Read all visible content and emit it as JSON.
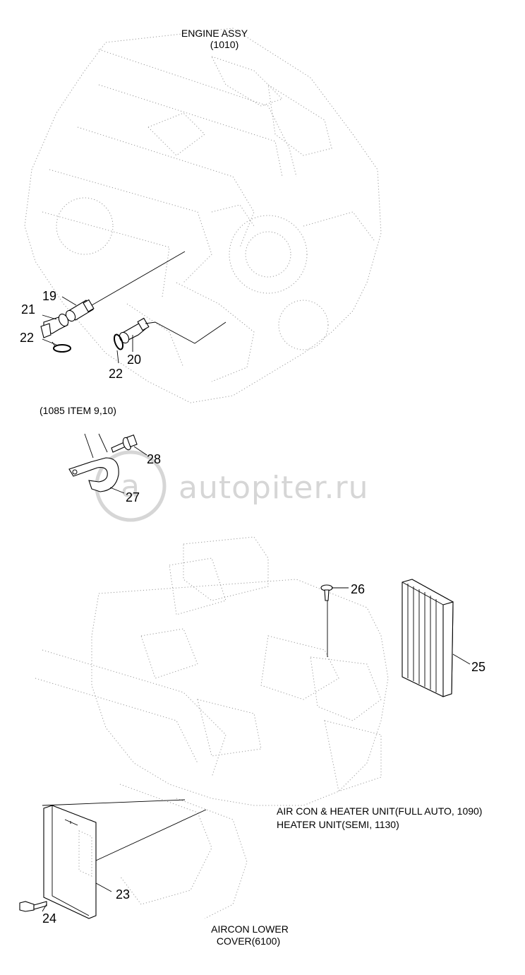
{
  "assemblies": {
    "engine_assy": {
      "line1": "ENGINE ASSY",
      "line2": "(1010)"
    },
    "reference_1085": "(1085 ITEM 9,10)",
    "aircon_heater_unit": {
      "line1": "AIR CON & HEATER UNIT(FULL AUTO, 1090)",
      "line2": "HEATER UNIT(SEMI, 1130)"
    },
    "aircon_lower_cover": {
      "line1": "AIRCON LOWER",
      "line2": "COVER(6100)"
    }
  },
  "callouts": {
    "c19": "19",
    "c20": "20",
    "c21": "21",
    "c22a": "22",
    "c22b": "22",
    "c23": "23",
    "c24": "24",
    "c25": "25",
    "c26": "26",
    "c27": "27",
    "c28": "28"
  },
  "watermark": {
    "text": "autopiter.ru",
    "logo_icon": "at-sign-logo"
  }
}
